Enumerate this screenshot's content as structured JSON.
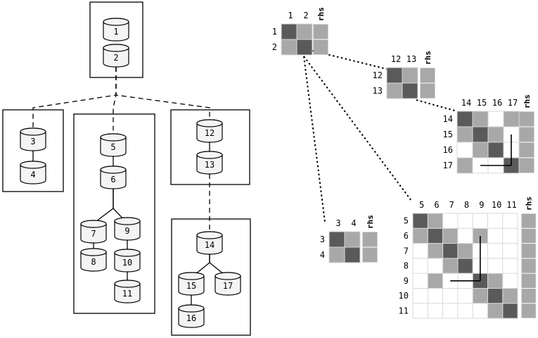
{
  "colors": {
    "dark": "#5a5a5a",
    "light": "#a8a8a8",
    "empty": "#ffffff"
  },
  "rhs_label": "rhs",
  "tree": {
    "nodes": [
      "1",
      "2",
      "3",
      "4",
      "5",
      "6",
      "7",
      "8",
      "9",
      "10",
      "11",
      "12",
      "13",
      "14",
      "15",
      "16",
      "17"
    ],
    "edges": [
      [
        "2",
        "3"
      ],
      [
        "2",
        "5"
      ],
      [
        "2",
        "12"
      ],
      [
        "3",
        "4"
      ],
      [
        "5",
        "6"
      ],
      [
        "6",
        "7"
      ],
      [
        "6",
        "9"
      ],
      [
        "7",
        "8"
      ],
      [
        "9",
        "10"
      ],
      [
        "10",
        "11"
      ],
      [
        "12",
        "13"
      ],
      [
        "13",
        "14"
      ],
      [
        "14",
        "15"
      ],
      [
        "14",
        "17"
      ],
      [
        "15",
        "16"
      ]
    ],
    "subtrees": [
      [
        "1",
        "2"
      ],
      [
        "3",
        "4"
      ],
      [
        "5",
        "6",
        "7",
        "8",
        "9",
        "10",
        "11"
      ],
      [
        "12",
        "13"
      ],
      [
        "14",
        "15",
        "16",
        "17"
      ]
    ]
  },
  "matrices": [
    {
      "id": "front-1-2",
      "cols": [
        "1",
        "2"
      ],
      "rows": [
        "1",
        "2"
      ],
      "pattern": [
        [
          2,
          1
        ],
        [
          1,
          2
        ]
      ],
      "rhs": [
        1,
        1
      ],
      "fills": []
    },
    {
      "id": "front-12-13",
      "cols": [
        "12",
        "13"
      ],
      "rows": [
        "12",
        "13"
      ],
      "pattern": [
        [
          2,
          1
        ],
        [
          1,
          2
        ]
      ],
      "rhs": [
        1,
        1
      ],
      "fills": []
    },
    {
      "id": "front-14-17",
      "cols": [
        "14",
        "15",
        "16",
        "17"
      ],
      "rows": [
        "14",
        "15",
        "16",
        "17"
      ],
      "pattern": [
        [
          2,
          1,
          0,
          1
        ],
        [
          1,
          2,
          1,
          0
        ],
        [
          0,
          1,
          2,
          0
        ],
        [
          1,
          0,
          0,
          2
        ]
      ],
      "rhs": [
        1,
        1,
        1,
        1
      ],
      "fills": [
        [
          3,
          1,
          3,
          3
        ],
        [
          1,
          3,
          3,
          3
        ]
      ]
    },
    {
      "id": "front-3-4",
      "cols": [
        "3",
        "4"
      ],
      "rows": [
        "3",
        "4"
      ],
      "pattern": [
        [
          2,
          1
        ],
        [
          1,
          2
        ]
      ],
      "rhs": [
        1,
        1
      ],
      "fills": []
    },
    {
      "id": "front-5-11",
      "cols": [
        "5",
        "6",
        "7",
        "8",
        "9",
        "10",
        "11"
      ],
      "rows": [
        "5",
        "6",
        "7",
        "8",
        "9",
        "10",
        "11"
      ],
      "pattern": [
        [
          2,
          1,
          0,
          0,
          0,
          0,
          0
        ],
        [
          1,
          2,
          1,
          0,
          1,
          0,
          0
        ],
        [
          0,
          1,
          2,
          1,
          0,
          0,
          0
        ],
        [
          0,
          0,
          1,
          2,
          0,
          0,
          0
        ],
        [
          0,
          1,
          0,
          0,
          2,
          1,
          0
        ],
        [
          0,
          0,
          0,
          0,
          1,
          2,
          1
        ],
        [
          0,
          0,
          0,
          0,
          0,
          1,
          2
        ]
      ],
      "rhs": [
        1,
        1,
        1,
        1,
        1,
        1,
        1
      ],
      "fills": [
        [
          4,
          1,
          4,
          4
        ],
        [
          2,
          4,
          4,
          4
        ]
      ]
    }
  ],
  "connections": [
    [
      "front-1-2",
      "front-12-13"
    ],
    [
      "front-1-2",
      "front-3-4"
    ],
    [
      "front-1-2",
      "front-5-11"
    ],
    [
      "front-12-13",
      "front-14-17"
    ]
  ]
}
